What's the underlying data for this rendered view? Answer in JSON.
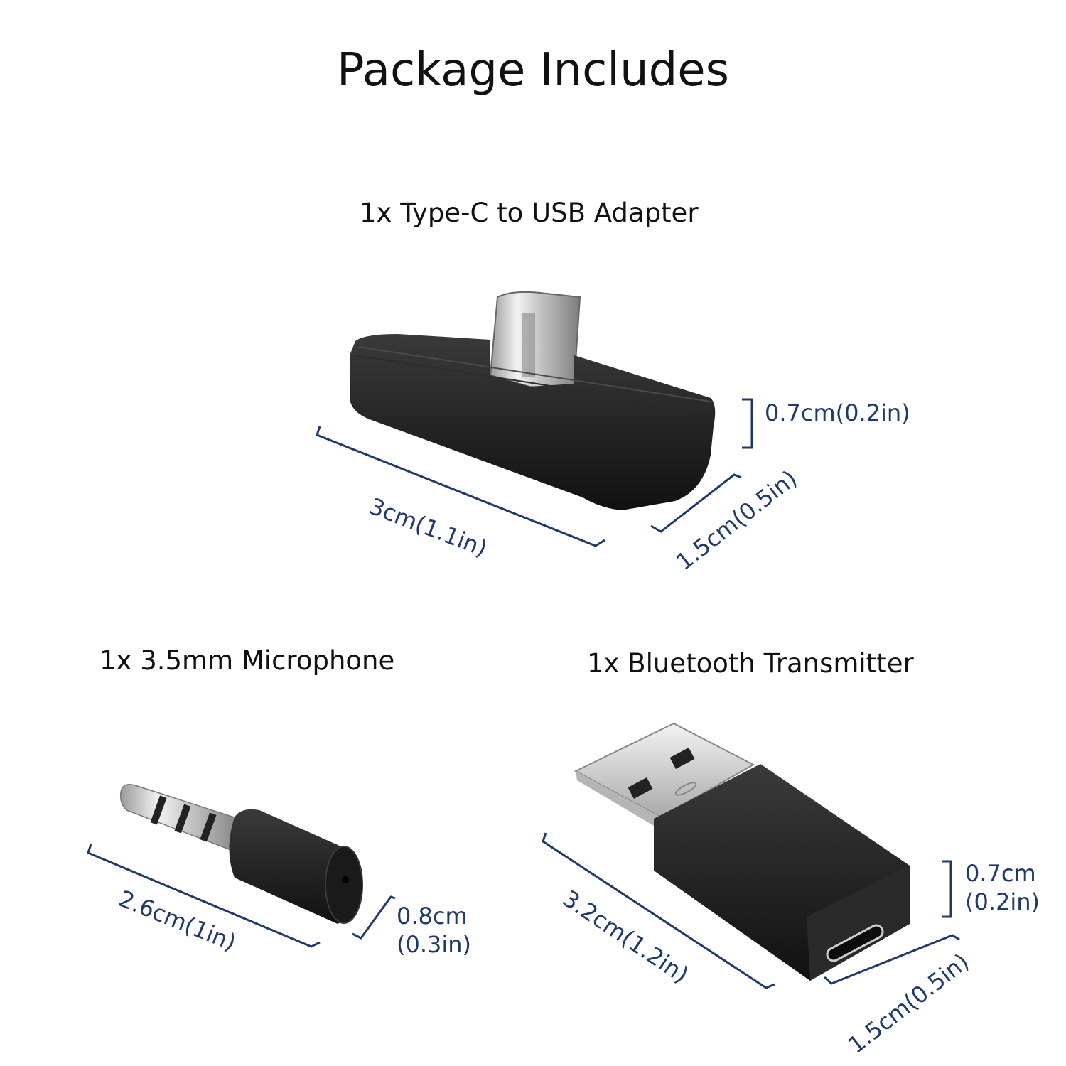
{
  "title": "Package Includes",
  "colors": {
    "dimension": "#1f3a6a",
    "device_body": "#1c1c1c",
    "metal": "#c8c8c8",
    "background": "#ffffff"
  },
  "items": [
    {
      "label": "1x Type-C to USB Adapter",
      "dims": {
        "length": "3cm(1.1in)",
        "width": "1.5cm(0.5in)",
        "height": "0.7cm(0.2in)"
      }
    },
    {
      "label": "1x 3.5mm Microphone",
      "dims": {
        "length": "2.6cm(1in)",
        "diameter_line1": "0.8cm",
        "diameter_line2": "(0.3in)"
      }
    },
    {
      "label": "1x Bluetooth Transmitter",
      "dims": {
        "length": "3.2cm(1.2in)",
        "width": "1.5cm(0.5in)",
        "height_line1": "0.7cm",
        "height_line2": "(0.2in)"
      }
    }
  ]
}
